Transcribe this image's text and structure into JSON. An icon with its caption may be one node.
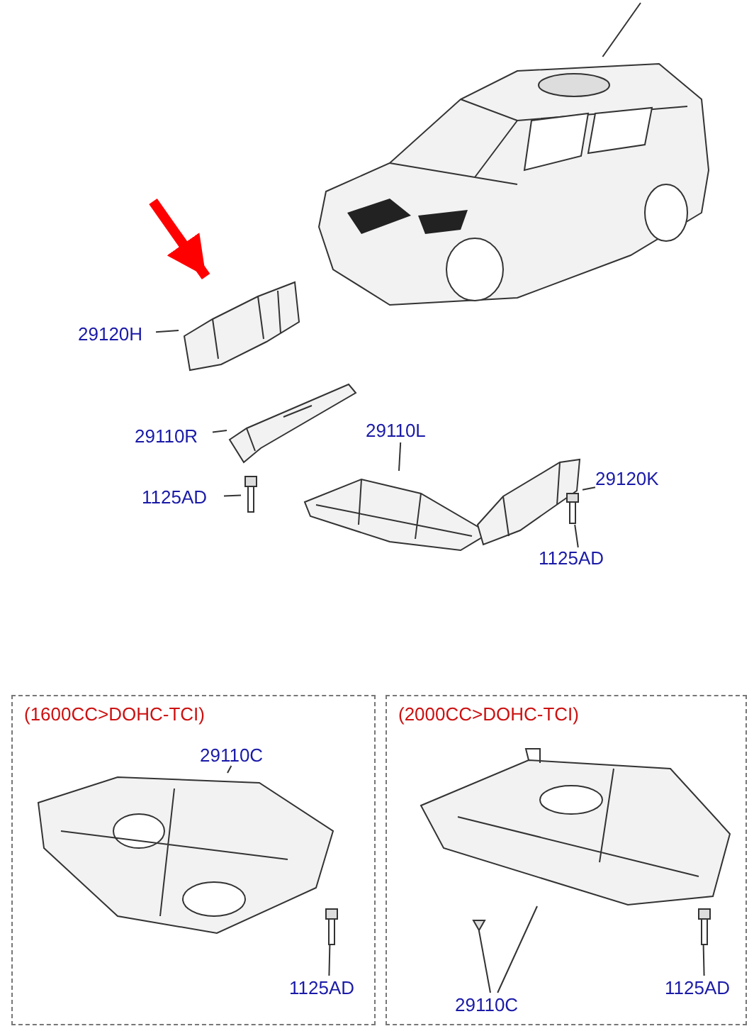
{
  "diagram": {
    "nodes": [
      {
        "text": [],
        "shape": "picture"
      },
      {
        "text": [
          "29120H"
        ]
      },
      {
        "text": [],
        "shape": "picture"
      },
      {
        "text": [
          "29110R"
        ]
      },
      {
        "text": [],
        "shape": "picture"
      },
      {
        "text": [
          "1125AD"
        ]
      },
      {
        "text": [],
        "shape": "picture"
      },
      {
        "text": [
          "29110L"
        ]
      },
      {
        "text": [],
        "shape": "picture"
      },
      {
        "text": [
          "29120K"
        ]
      },
      {
        "text": [],
        "shape": "picture"
      },
      {
        "text": [
          "1125AD"
        ]
      },
      {
        "text": [],
        "shape": "picture"
      },
      {
        "text": [
          "(1600CC>DOHC-TCI)"
        ]
      },
      {
        "text": [
          "29110C"
        ],
        "in": 13
      },
      {
        "text": [],
        "shape": "picture",
        "in": 13
      },
      {
        "text": [
          "1125AD"
        ],
        "in": 13
      },
      {
        "text": [],
        "shape": "picture",
        "in": 13
      },
      {
        "text": [
          "(2000CC>DOHC-TCI)"
        ]
      },
      {
        "text": [],
        "shape": "picture",
        "in": 18
      },
      {
        "text": [],
        "shape": "picture",
        "in": 18
      },
      {
        "text": [
          "29110C"
        ],
        "in": 18
      },
      {
        "text": [
          "1125AD"
        ],
        "in": 18
      },
      {
        "text": [],
        "shape": "picture",
        "in": 18
      }
    ],
    "edges": [
      {
        "from": null,
        "to": 0,
        "arrow": "none"
      },
      {
        "from": null,
        "to": 2,
        "arrow": "to",
        "style": "thick",
        "color": "#ff0000"
      },
      {
        "from": 1,
        "to": 2,
        "arrow": "none"
      },
      {
        "from": 3,
        "to": 4,
        "arrow": "none"
      },
      {
        "from": 5,
        "to": 6,
        "arrow": "none"
      },
      {
        "from": 7,
        "to": 8,
        "arrow": "none"
      },
      {
        "from": 9,
        "to": 10,
        "arrow": "none"
      },
      {
        "from": 11,
        "to": 12,
        "arrow": "none"
      },
      {
        "from": 14,
        "to": 15,
        "arrow": "none"
      },
      {
        "from": 16,
        "to": 17,
        "arrow": "none"
      },
      {
        "from": 21,
        "to": 19,
        "arrow": "none"
      },
      {
        "from": 21,
        "to": 20,
        "arrow": "none"
      },
      {
        "from": 22,
        "to": 23,
        "arrow": "none"
      }
    ]
  }
}
